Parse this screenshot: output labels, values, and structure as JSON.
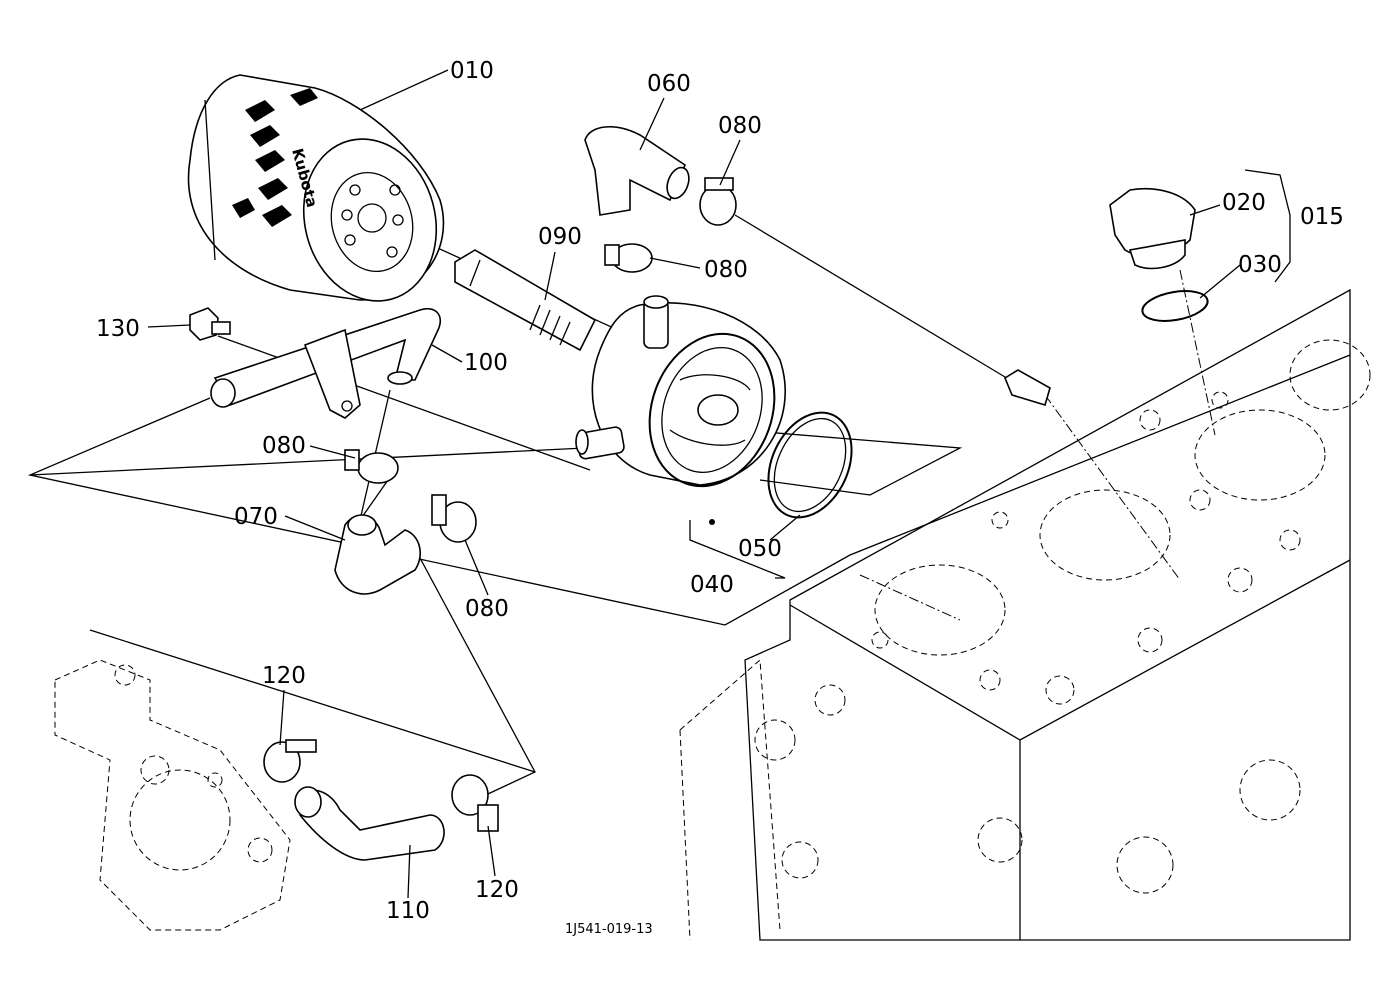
{
  "diagram": {
    "drawing_code": "1J541-019-13",
    "brand_text": "Kubota",
    "callouts": [
      {
        "id": "c010",
        "label": "010"
      },
      {
        "id": "c060",
        "label": "060"
      },
      {
        "id": "c080a",
        "label": "080"
      },
      {
        "id": "c090",
        "label": "090"
      },
      {
        "id": "c080b",
        "label": "080"
      },
      {
        "id": "c020",
        "label": "020"
      },
      {
        "id": "c015",
        "label": "015"
      },
      {
        "id": "c030",
        "label": "030"
      },
      {
        "id": "c130",
        "label": "130"
      },
      {
        "id": "c100",
        "label": "100"
      },
      {
        "id": "c080c",
        "label": "080"
      },
      {
        "id": "c070",
        "label": "070"
      },
      {
        "id": "c050",
        "label": "050"
      },
      {
        "id": "c040",
        "label": "040"
      },
      {
        "id": "c080d",
        "label": "080"
      },
      {
        "id": "c120a",
        "label": "120"
      },
      {
        "id": "c110",
        "label": "110"
      },
      {
        "id": "c120b",
        "label": "120"
      }
    ]
  }
}
